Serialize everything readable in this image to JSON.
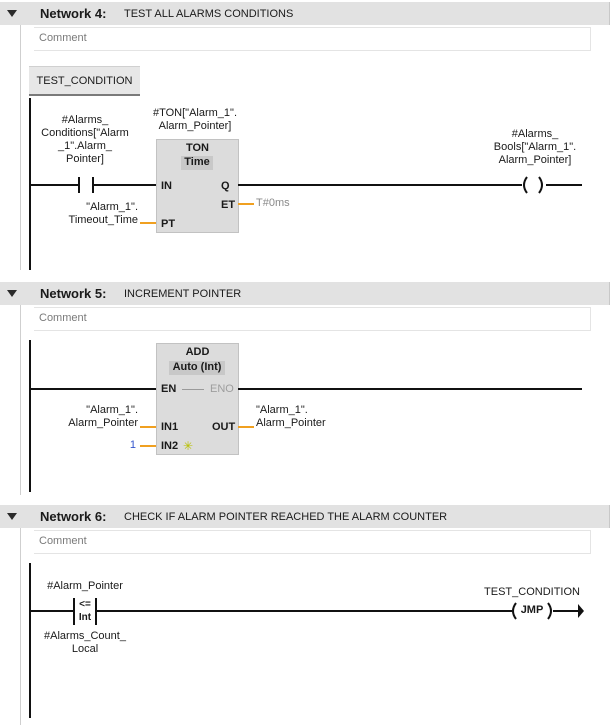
{
  "networks": [
    {
      "title": "Network 4:",
      "description": "TEST ALL ALARMS CONDITIONS",
      "comment_placeholder": "Comment"
    },
    {
      "title": "Network 5:",
      "description": "INCREMENT POINTER",
      "comment_placeholder": "Comment"
    },
    {
      "title": "Network 6:",
      "description": "CHECK IF ALARM POINTER REACHED THE ALARM COUNTER",
      "comment_placeholder": "Comment"
    }
  ],
  "net4": {
    "jump_label": "TEST_CONDITION",
    "contact_operand": [
      "#Alarms_",
      "Conditions[\"Alarm",
      "_1\".Alarm_",
      "Pointer]"
    ],
    "timer_instance": [
      "#TON[\"Alarm_1\".",
      "Alarm_Pointer]"
    ],
    "timer_type": "TON",
    "timer_subtype": "Time",
    "pin_in": "IN",
    "pin_pt": "PT",
    "pin_q": "Q",
    "pin_et": "ET",
    "et_value": "T#0ms",
    "pt_operand": [
      "\"Alarm_1\".",
      "Timeout_Time"
    ],
    "coil_operand": [
      "#Alarms_",
      "Bools[\"Alarm_1\".",
      "Alarm_Pointer]"
    ]
  },
  "net5": {
    "block_type": "ADD",
    "block_subtype": "Auto (Int)",
    "pin_en": "EN",
    "pin_eno": "ENO",
    "pin_in1": "IN1",
    "pin_in2": "IN2",
    "pin_out": "OUT",
    "in1_operand": [
      "\"Alarm_1\".",
      "Alarm_Pointer"
    ],
    "in2_value": "1",
    "out_operand": [
      "\"Alarm_1\".",
      "Alarm_Pointer"
    ]
  },
  "net6": {
    "compare_top_operand": "#Alarm_Pointer",
    "compare_op": "<=",
    "compare_type": "Int",
    "compare_bottom_operand": [
      "#Alarms_Count_",
      "Local"
    ],
    "jump_target": "TEST_CONDITION",
    "jump_instruction": "JMP"
  },
  "colors": {
    "header_bg": "#e2e2e2",
    "wire": "#111111",
    "param_wire": "#f0a020",
    "box_bg": "#dcdcdc",
    "value_blue": "#3355cc"
  },
  "icons": [
    "collapse-triangle-icon",
    "add-input-star-icon"
  ]
}
